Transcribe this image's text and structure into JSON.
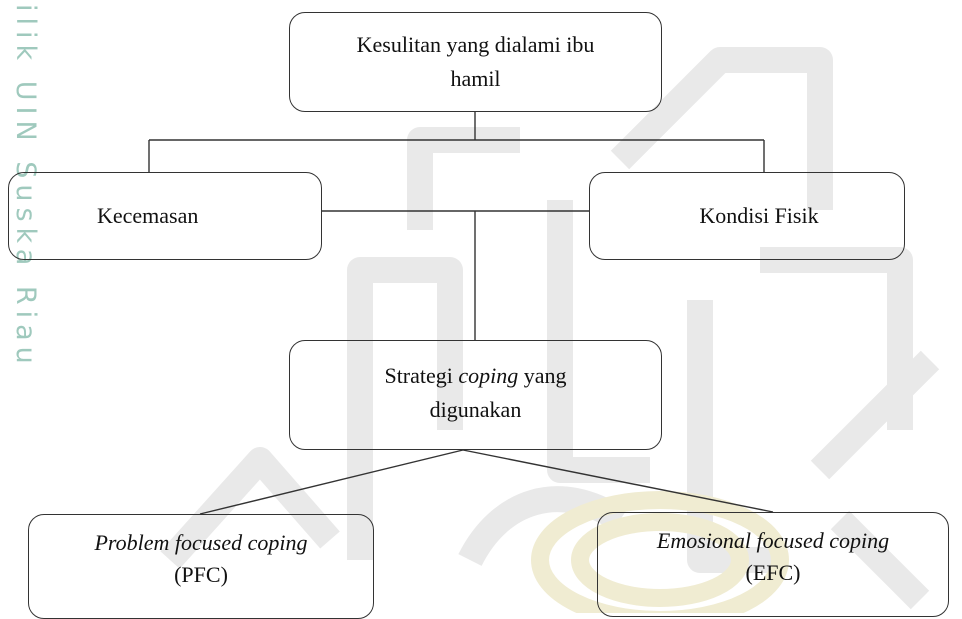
{
  "watermark": {
    "side_text": "ilik UIN Suska Riau",
    "color": "#7fb8a8"
  },
  "diagram": {
    "root": {
      "line1": "Kesulitan yang dialami ibu",
      "line2": "hamil"
    },
    "left": {
      "label": "Kecemasan"
    },
    "right": {
      "label": "Kondisi Fisik"
    },
    "middle": {
      "line1_pre": "Strategi ",
      "line1_em": "coping",
      "line1_post": " yang",
      "line2": "digunakan"
    },
    "pfc": {
      "line1": "Problem focused coping",
      "line2": "(PFC)"
    },
    "efc": {
      "line1": "Emosional focused coping",
      "line2": "(EFC)"
    },
    "colors": {
      "stroke": "#333333",
      "text": "#111111"
    }
  }
}
